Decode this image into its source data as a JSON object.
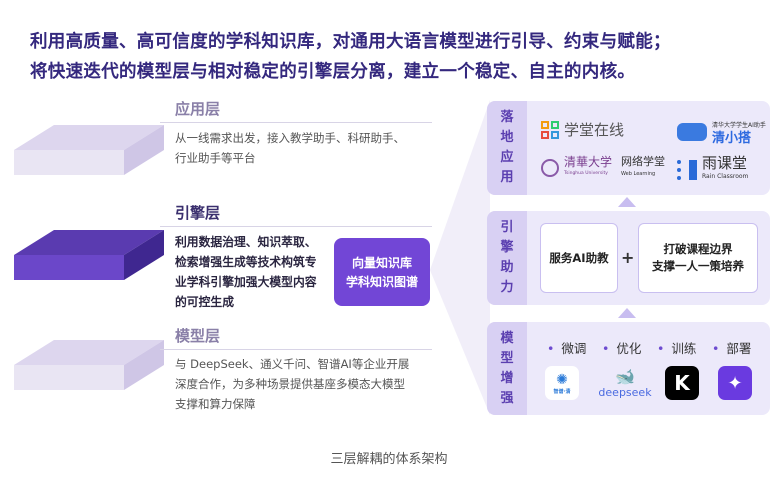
{
  "title": {
    "line1": "利用高质量、高可信度的学科知识库，对通用大语言模型进行引导、约束与赋能；",
    "line2": "将快速迭代的模型层与相对稳定的引擎层分离，建立一个稳定、自主的内核。"
  },
  "layers": [
    {
      "name": "应用层",
      "desc1": "从一线需求出发，接入教学助手、科研助手、",
      "desc2": "行业助手等平台"
    },
    {
      "name": "引擎层",
      "desc1": "利用数据治理、知识萃取、",
      "desc2": "检索增强生成等技术构筑专",
      "desc3": "业学科引擎加强大模型内容",
      "desc4": "的可控生成"
    },
    {
      "name": "模型层",
      "desc1": "与 DeepSeek、通义千问、智谱AI等企业开展",
      "desc2": "深度合作，为多种场景提供基座多模态大模型",
      "desc3": "支撑和算力保障"
    }
  ],
  "knowledge_box": {
    "line1": "向量知识库",
    "line2": "学科知识图谱"
  },
  "panels": {
    "app": {
      "tag": [
        "落",
        "地",
        "应",
        "用"
      ],
      "logos": {
        "xuetang": "学堂在线",
        "qxd_sub": "清华大学学生AI助手",
        "qxd": "清小搭",
        "tsinghua": "清華大学",
        "tsinghua_en": "Tsinghua University",
        "wlxt": "网络学堂",
        "wlxt_en": "Web Learning",
        "rain": "雨课堂",
        "rain_en": "Rain Classroom"
      }
    },
    "engine": {
      "tag": [
        "引",
        "擎",
        "助",
        "力"
      ],
      "box1": "服务AI助教",
      "plus": "+",
      "box2_l1": "打破课程边界",
      "box2_l2": "支撑一人一策培养"
    },
    "model": {
      "tag": [
        "模",
        "型",
        "增",
        "强"
      ],
      "actions": [
        "微调",
        "优化",
        "训练",
        "部署"
      ],
      "zhipu": "智谱·清",
      "deepseek": "deepseek",
      "kimi": "K"
    }
  },
  "caption": "三层解耦的体系架构",
  "colors": {
    "accent": "#7246d6",
    "title": "#34287e"
  }
}
